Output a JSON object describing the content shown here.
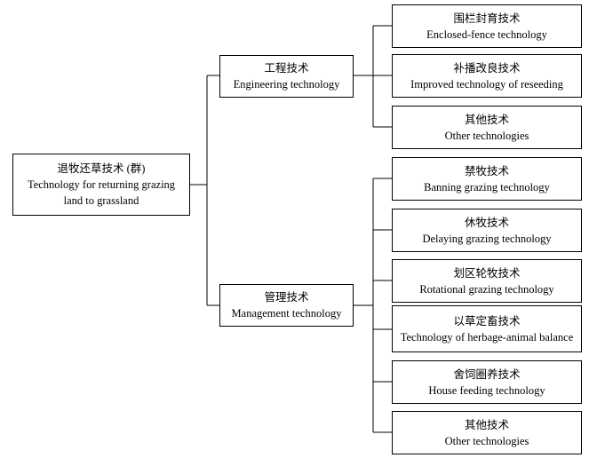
{
  "root": {
    "zh": "退牧还草技术 (群)",
    "en": "Technology for returning grazing land to grassland"
  },
  "branches": [
    {
      "zh": "工程技术",
      "en": "Engineering technology",
      "children": [
        {
          "zh": "围栏封育技术",
          "en": "Enclosed-fence technology"
        },
        {
          "zh": "补播改良技术",
          "en": "Improved technology of reseeding"
        },
        {
          "zh": "其他技术",
          "en": "Other technologies"
        }
      ]
    },
    {
      "zh": "管理技术",
      "en": "Management technology",
      "children": [
        {
          "zh": "禁牧技术",
          "en": "Banning grazing technology"
        },
        {
          "zh": "休牧技术",
          "en": "Delaying grazing technology"
        },
        {
          "zh": "划区轮牧技术",
          "en": "Rotational grazing technology"
        },
        {
          "zh": "以草定畜技术",
          "en": "Technology of herbage-animal balance"
        },
        {
          "zh": "舍饲圈养技术",
          "en": "House feeding technology"
        },
        {
          "zh": "其他技术",
          "en": "Other technologies"
        }
      ]
    }
  ]
}
